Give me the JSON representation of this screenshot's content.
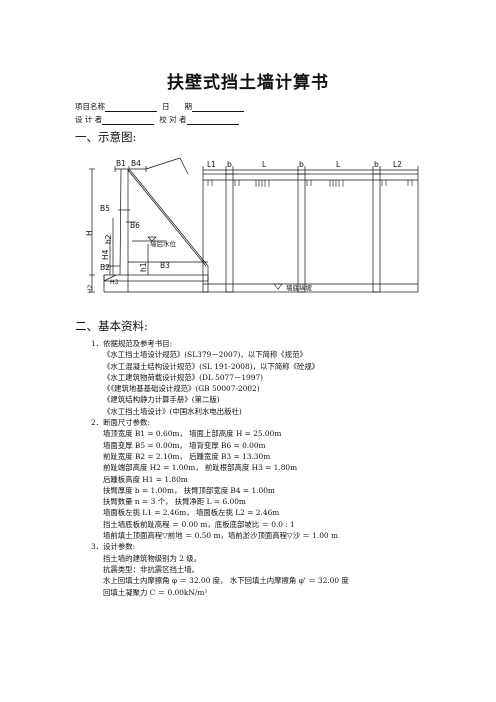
{
  "title": "扶壁式挡土墙计算书",
  "meta": {
    "project_name": "项目名称",
    "date": "日　　期",
    "designer": "设 计 者",
    "checker": "校 对 者"
  },
  "sections": {
    "s1": "一、示意图:",
    "s2": "二、基本资料:"
  },
  "figure": {
    "left_labels": [
      "B1",
      "B4",
      "B5",
      "B6",
      "H",
      "h2",
      "H4",
      "B2",
      "H3",
      "H2",
      "h1",
      "B3",
      "墙后水位"
    ],
    "right_labels": [
      "L1",
      "b",
      "L",
      "b",
      "L",
      "b",
      "L2"
    ],
    "right_bottom": "墙底纵坡"
  },
  "content": [
    {
      "lvl": "l1",
      "text": "1．依据规范及参考书目:"
    },
    {
      "lvl": "l2",
      "text": "《水工挡土墙设计规范》(SL379－2007)，以下简称《规范》"
    },
    {
      "lvl": "l2",
      "text": "《水工混凝土结构设计规范》(SL 191-2008)，以下简称《砼规》"
    },
    {
      "lvl": "l2",
      "text": "《水工建筑物荷载设计规范》(DL 5077－1997)"
    },
    {
      "lvl": "l2",
      "text": "《《建筑地基基础设计规范》(GB 50007-2002)"
    },
    {
      "lvl": "l2",
      "text": "《建筑结构静力计算手册》(第二版)"
    },
    {
      "lvl": "l2",
      "text": "《水工挡土墙设计》(中国水利水电出版社)"
    },
    {
      "lvl": "l1",
      "text": "2．断面尺寸参数:"
    },
    {
      "lvl": "l2",
      "text": "墙顶宽度 B1 = 0.60m，  墙面上部高度 H = 25.00m"
    },
    {
      "lvl": "l2",
      "text": "墙面变厚 B5 = 0.00m，  墙背变厚 B6 = 0.00m"
    },
    {
      "lvl": "l2",
      "text": "前趾宽度 B2 = 2.10m，  后踵宽度 B3 = 13.30m"
    },
    {
      "lvl": "l2",
      "text": "前趾端部高度 H2 = 1.00m，  前趾根部高度 H3 = 1.80m"
    },
    {
      "lvl": "l2",
      "text": "后踵板高度 H1 = 1.80m"
    },
    {
      "lvl": "l2",
      "text": "扶臂厚度 b = 1.00m，      扶臂顶部宽度 B4 = 1.00m"
    },
    {
      "lvl": "l2",
      "text": "扶臂数量 n = 3 个，        扶臂净距 L = 6.00m"
    },
    {
      "lvl": "l2",
      "text": "墙面板左挑 L1 = 2.46m，        墙面板左挑 L2 = 2.46m"
    },
    {
      "lvl": "l2",
      "text": "挡土墙底板前趾高程  ＝  0.00 m，底板底部坡比  ＝  0.0 : 1"
    },
    {
      "lvl": "l2",
      "text": "墙前填土顶面高程▽前地  ＝  0.50 m，墙前淤沙顶面高程▽沙  ＝  1.00 m"
    },
    {
      "lvl": "l1",
      "text": "3．设计参数:"
    },
    {
      "lvl": "l2",
      "text": "挡土墙的建筑物级别为 2 级。"
    },
    {
      "lvl": "l2",
      "text": "抗震类型：非抗震区挡土墙。"
    },
    {
      "lvl": "l2",
      "text": "水上回填土内摩擦角 φ  ＝  32.00 度，        水下回填土内摩擦角 φ'  ＝  32.00 度"
    },
    {
      "lvl": "l2",
      "text": "回填土凝聚力 C  ＝  0.00kN/m²"
    }
  ]
}
